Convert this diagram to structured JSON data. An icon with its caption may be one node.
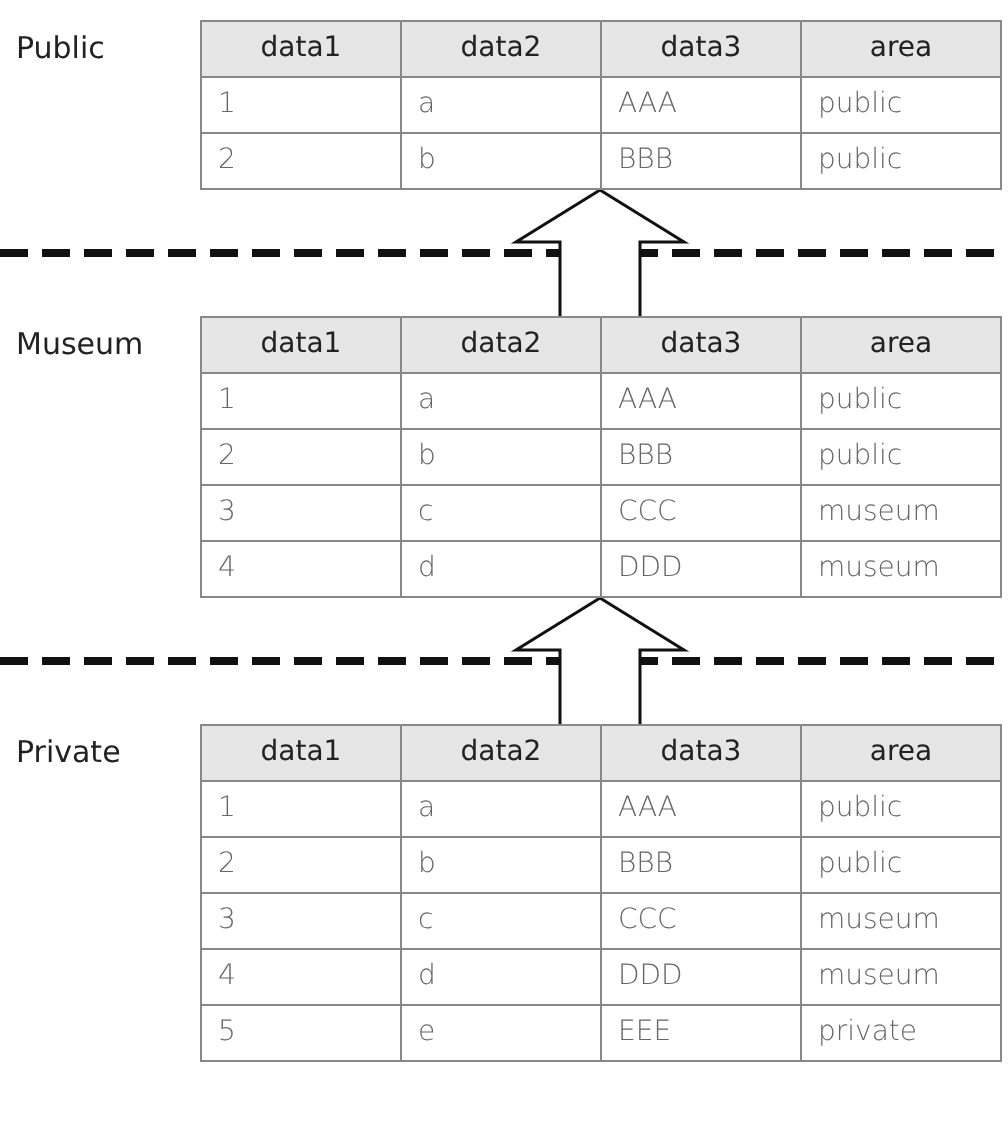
{
  "diagram": {
    "nodes": [
      {
        "text": [
          "Public"
        ]
      },
      {
        "text": [
          "data1"
        ],
        "in": 0
      },
      {
        "text": [
          "data2"
        ],
        "in": 0
      },
      {
        "text": [
          "data3"
        ],
        "in": 0
      },
      {
        "text": [
          "area"
        ],
        "in": 0
      },
      {
        "text": [
          "1"
        ],
        "in": 0
      },
      {
        "text": [
          "a"
        ],
        "in": 0
      },
      {
        "text": [
          "AAA"
        ],
        "in": 0
      },
      {
        "text": [
          "public"
        ],
        "in": 0
      },
      {
        "text": [
          "2"
        ],
        "in": 0
      },
      {
        "text": [
          "b"
        ],
        "in": 0
      },
      {
        "text": [
          "BBB"
        ],
        "in": 0
      },
      {
        "text": [
          "public"
        ],
        "in": 0
      },
      {
        "text": [
          "Museum"
        ]
      },
      {
        "text": [
          "data1"
        ],
        "in": 13
      },
      {
        "text": [
          "data2"
        ],
        "in": 13
      },
      {
        "text": [
          "data3"
        ],
        "in": 13
      },
      {
        "text": [
          "area"
        ],
        "in": 13
      },
      {
        "text": [
          "1"
        ],
        "in": 13
      },
      {
        "text": [
          "a"
        ],
        "in": 13
      },
      {
        "text": [
          "AAA"
        ],
        "in": 13
      },
      {
        "text": [
          "public"
        ],
        "in": 13
      },
      {
        "text": [
          "2"
        ],
        "in": 13
      },
      {
        "text": [
          "b"
        ],
        "in": 13
      },
      {
        "text": [
          "BBB"
        ],
        "in": 13
      },
      {
        "text": [
          "public"
        ],
        "in": 13
      },
      {
        "text": [
          "3"
        ],
        "in": 13
      },
      {
        "text": [
          "c"
        ],
        "in": 13
      },
      {
        "text": [
          "CCC"
        ],
        "in": 13
      },
      {
        "text": [
          "museum"
        ],
        "in": 13
      },
      {
        "text": [
          "4"
        ],
        "in": 13
      },
      {
        "text": [
          "d"
        ],
        "in": 13
      },
      {
        "text": [
          "DDD"
        ],
        "in": 13
      },
      {
        "text": [
          "museum"
        ],
        "in": 13
      },
      {
        "text": [
          "Private"
        ]
      },
      {
        "text": [
          "data1"
        ],
        "in": 34
      },
      {
        "text": [
          "data2"
        ],
        "in": 34
      },
      {
        "text": [
          "data3"
        ],
        "in": 34
      },
      {
        "text": [
          "area"
        ],
        "in": 34
      },
      {
        "text": [
          "1"
        ],
        "in": 34
      },
      {
        "text": [
          "a"
        ],
        "in": 34
      },
      {
        "text": [
          "AAA"
        ],
        "in": 34
      },
      {
        "text": [
          "public"
        ],
        "in": 34
      },
      {
        "text": [
          "2"
        ],
        "in": 34
      },
      {
        "text": [
          "b"
        ],
        "in": 34
      },
      {
        "text": [
          "BBB"
        ],
        "in": 34
      },
      {
        "text": [
          "public"
        ],
        "in": 34
      },
      {
        "text": [
          "3"
        ],
        "in": 34
      },
      {
        "text": [
          "c"
        ],
        "in": 34
      },
      {
        "text": [
          "CCC"
        ],
        "in": 34
      },
      {
        "text": [
          "museum"
        ],
        "in": 34
      },
      {
        "text": [
          "4"
        ],
        "in": 34
      },
      {
        "text": [
          "d"
        ],
        "in": 34
      },
      {
        "text": [
          "DDD"
        ],
        "in": 34
      },
      {
        "text": [
          "museum"
        ],
        "in": 34
      },
      {
        "text": [
          "5"
        ],
        "in": 34
      },
      {
        "text": [
          "e"
        ],
        "in": 34
      },
      {
        "text": [
          "EEE"
        ],
        "in": 34
      },
      {
        "text": [
          "private"
        ],
        "in": 34
      }
    ],
    "edges": [
      {
        "from": 13,
        "to": 0,
        "arrow": "to"
      },
      {
        "from": 34,
        "to": 13,
        "arrow": "to"
      }
    ]
  }
}
